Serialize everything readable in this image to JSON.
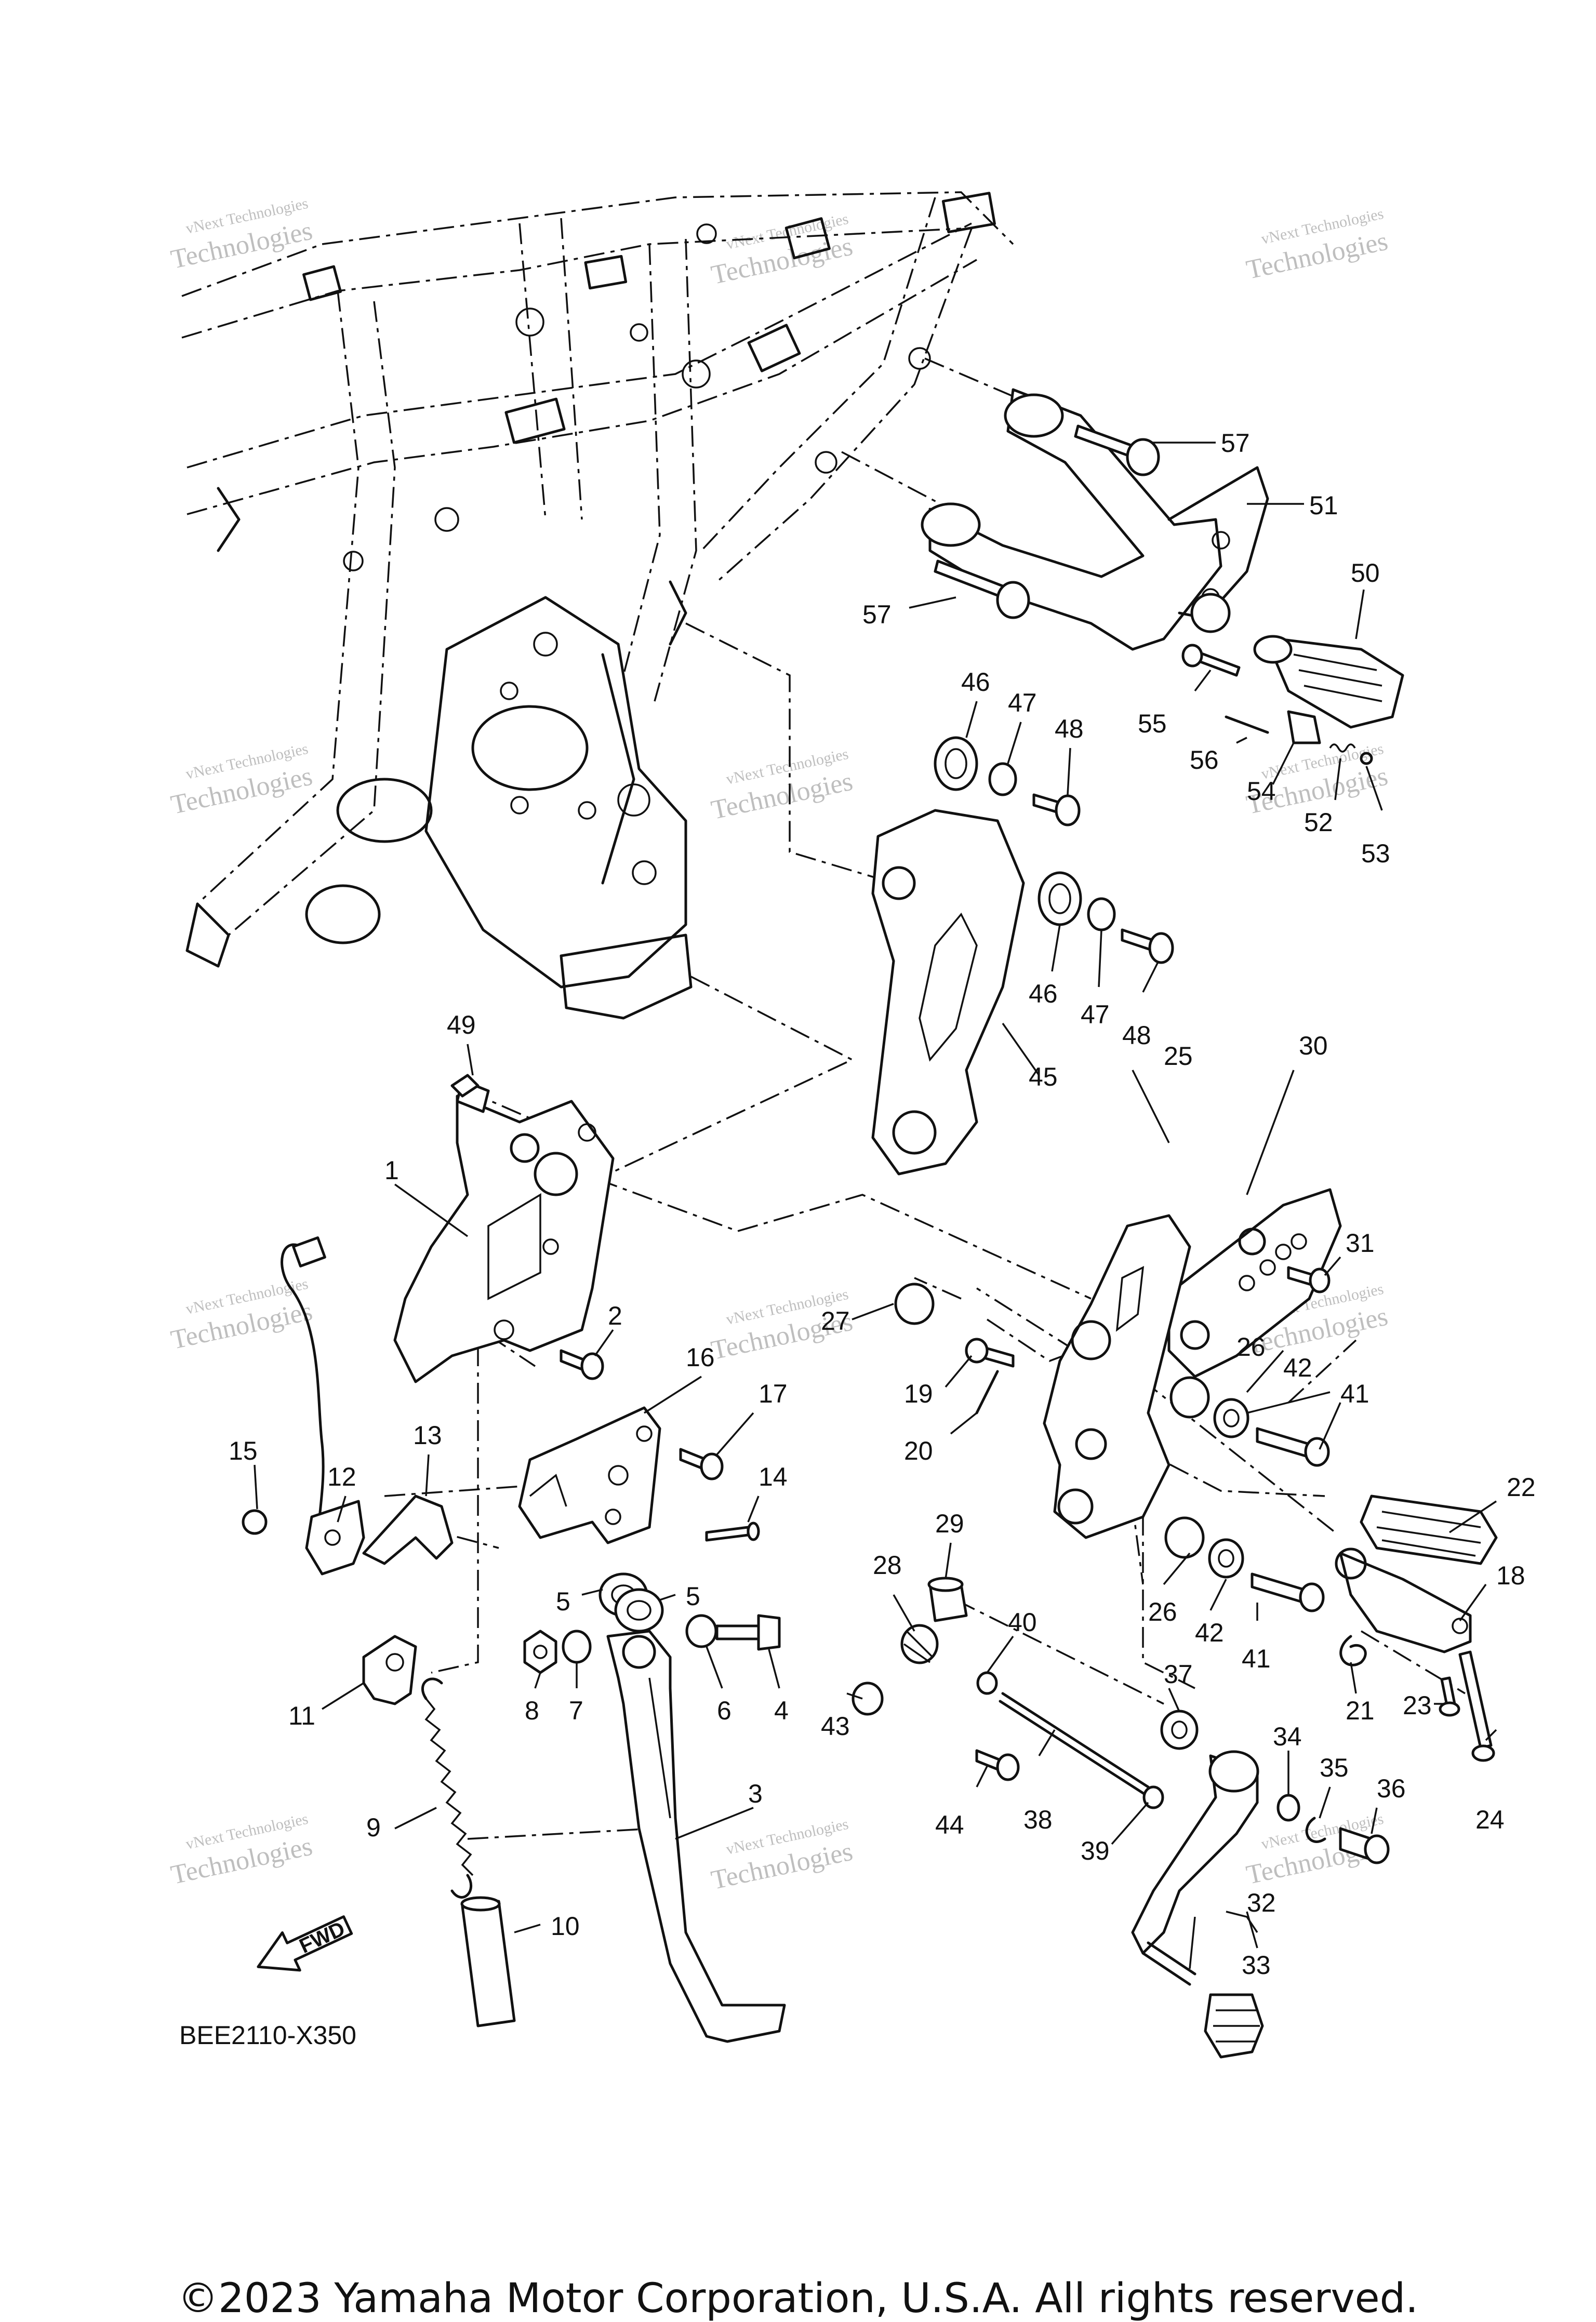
{
  "diagram": {
    "code": "BEE2110-X350",
    "fwd_label": "FWD",
    "callouts": [
      {
        "label": "1"
      },
      {
        "label": "2"
      },
      {
        "label": "3"
      },
      {
        "label": "4"
      },
      {
        "label": "5"
      },
      {
        "label": "5"
      },
      {
        "label": "6"
      },
      {
        "label": "7"
      },
      {
        "label": "8"
      },
      {
        "label": "9"
      },
      {
        "label": "10"
      },
      {
        "label": "11"
      },
      {
        "label": "12"
      },
      {
        "label": "13"
      },
      {
        "label": "14"
      },
      {
        "label": "15"
      },
      {
        "label": "16"
      },
      {
        "label": "17"
      },
      {
        "label": "18"
      },
      {
        "label": "19"
      },
      {
        "label": "20"
      },
      {
        "label": "21"
      },
      {
        "label": "22"
      },
      {
        "label": "23"
      },
      {
        "label": "24"
      },
      {
        "label": "25"
      },
      {
        "label": "26"
      },
      {
        "label": "26"
      },
      {
        "label": "27"
      },
      {
        "label": "28"
      },
      {
        "label": "29"
      },
      {
        "label": "30"
      },
      {
        "label": "31"
      },
      {
        "label": "32"
      },
      {
        "label": "33"
      },
      {
        "label": "34"
      },
      {
        "label": "35"
      },
      {
        "label": "36"
      },
      {
        "label": "37"
      },
      {
        "label": "38"
      },
      {
        "label": "39"
      },
      {
        "label": "40"
      },
      {
        "label": "41"
      },
      {
        "label": "41"
      },
      {
        "label": "42"
      },
      {
        "label": "42"
      },
      {
        "label": "43"
      },
      {
        "label": "44"
      },
      {
        "label": "45"
      },
      {
        "label": "46"
      },
      {
        "label": "46"
      },
      {
        "label": "47"
      },
      {
        "label": "47"
      },
      {
        "label": "48"
      },
      {
        "label": "48"
      },
      {
        "label": "49"
      },
      {
        "label": "50"
      },
      {
        "label": "51"
      },
      {
        "label": "52"
      },
      {
        "label": "53"
      },
      {
        "label": "54"
      },
      {
        "label": "55"
      },
      {
        "label": "56"
      },
      {
        "label": "57"
      },
      {
        "label": "57"
      }
    ]
  },
  "watermark": {
    "line1": "vNext Technologies",
    "line2": "vNext",
    "line3": "Technologies"
  },
  "copyright": "©2023 Yamaha Motor Corporation, U.S.A. All rights reserved."
}
